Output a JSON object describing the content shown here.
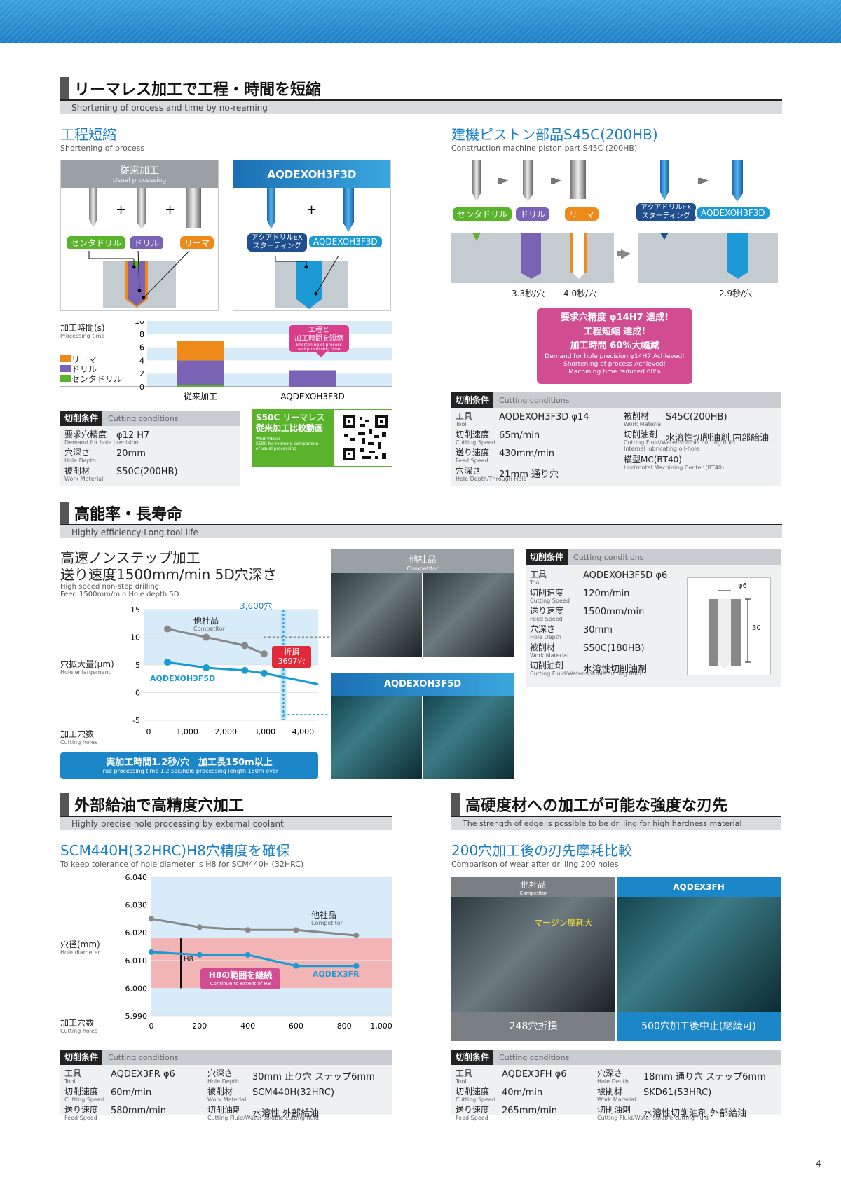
{
  "s1": {
    "title": "リーマレス加工で工程・時間を短縮",
    "sub": "Shortening of process and time by no-reaming"
  },
  "process": {
    "title": "工程短縮",
    "sub": "Shortening of process",
    "conv_title": "従来加工",
    "conv_sub": "Usual processing",
    "aq_title": "AQDEXOH3F3D",
    "tag_center": "センタドリル",
    "tag_drill": "ドリル",
    "tag_reamer": "リーマ",
    "tag_aqex": "アクアドリルEX\nスターティング",
    "tag_aq": "AQDEXOH3F3D",
    "plus": "+"
  },
  "time_chart": {
    "ylabel": "加工時間(s)",
    "ylabel_en": "Processing time",
    "legend_reamer": "リーマ",
    "legend_drill": "ドリル",
    "legend_center": "センタドリル",
    "cat1": "従来加工",
    "cat2": "AQDEXOH3F3D",
    "callout": "工程と\n加工時間を短縮",
    "callout_en": "Shortening of process\nand processing time"
  },
  "cond1": {
    "hd": "切削条件",
    "hd_en": "Cutting conditions",
    "l1": "要求穴精度",
    "l1e": "Demand for hole precision",
    "v1": "φ12 H7",
    "l2": "穴深さ",
    "l2e": "Hole Depth",
    "v2": "20mm",
    "l3": "被削材",
    "l3e": "Work Material",
    "v3": "S50C(200HB)"
  },
  "video": {
    "t": "S50C リーマレス\n従来加工比較動画",
    "s": "WEB VIDEO\nS50C No reaming comparison\nof usual processing"
  },
  "piston": {
    "title": "建機ピストン部品S45C(200HB)",
    "sub": "Construction machine piston part S45C (200HB)",
    "t1": "3.3秒/穴",
    "t2": "4.0秒/穴",
    "t3": "2.9秒/穴",
    "r1": "要求穴精度 φ14H7 達成!",
    "r2": "工程短縮 達成!",
    "r3": "加工時間 60%大幅減",
    "r4": "Demand for hole precision φ14H7 Achieved!\nShortening of process Achieved!\nMachining time reduced 60%"
  },
  "cond2": {
    "hd": "切削条件",
    "hd_en": "Cutting conditions",
    "a1": "工具",
    "a1e": "Tool",
    "av1": "AQDEXOH3F3D φ14",
    "a2": "切削速度",
    "a2e": "Cutting Speed",
    "av2": "65m/min",
    "a3": "送り速度",
    "a3e": "Feed Speed",
    "av3": "430mm/min",
    "a4": "穴深さ",
    "a4e": "Hole Depth/Through Hole",
    "av4": "21mm 通り穴",
    "b1": "被削材",
    "b1e": "Work Material",
    "bv1": "S45C(200HB)",
    "b2": "切削油剤",
    "b2e": "Cutting Fluid/Water-soluble cutting fluid\nInternal lubricating oil-hole",
    "bv2": "水溶性切削油剤 内部給油",
    "b3": "横型MC(BT40)",
    "b3e": "Horizontal Machining Center (BT40)"
  },
  "s2": {
    "title": "高能率・長寿命",
    "sub": "Highly efficiency·Long tool life"
  },
  "hs": {
    "t1": "高速ノンステップ加工",
    "t2": "送り速度1500mm/min 5D穴深さ",
    "e1": "High speed non-step drilling",
    "e2": "Feed 1500mm/min  Hole depth 5D",
    "ylabel": "穴拡大量(μm)",
    "ylabel_en": "Hole enlargement",
    "xlabel": "加工穴数",
    "xlabel_en": "Cutting holes",
    "comp": "他社品",
    "comp_en": "Competitor",
    "aq": "AQDEXOH3F5D",
    "mark": "3,600穴",
    "broke": "折損\n3697穴",
    "banner": "実加工時間1.2秒/穴　加工長150m以上",
    "banner_en": "True processing time 1.2 sec/hole processing length 150m over",
    "photo_comp": "他社品",
    "photo_comp_en": "Competitor",
    "photo_aq": "AQDEXOH3F5D"
  },
  "cond3": {
    "hd": "切削条件",
    "hd_en": "Cutting conditions",
    "l1": "工具",
    "l1e": "Tool",
    "v1": "AQDEXOH3F5D φ6",
    "l2": "切削速度",
    "l2e": "Cutting Speed",
    "v2": "120m/min",
    "l3": "送り速度",
    "l3e": "Feed Speed",
    "v3": "1500mm/min",
    "l4": "穴深さ",
    "l4e": "Hole Depth",
    "v4": "30mm",
    "l5": "被削材",
    "l5e": "Work Material",
    "v5": "S50C(180HB)",
    "l6": "切削油剤",
    "l6e": "Cutting Fluid/Water-soluble cutting fluid",
    "v6": "水溶性切削油剤",
    "d": "φ6",
    "depth": "30"
  },
  "s3": {
    "title": "外部給油で高精度穴加工",
    "sub": "Highly precise hole processing by external coolant"
  },
  "scm": {
    "title": "SCM440H(32HRC)H8穴精度を確保",
    "sub": "To keep tolerance of hole diameter is H8 for SCM440H (32HRC)",
    "ylabel": "穴径(mm)",
    "ylabel_en": "Hole diameter",
    "xlabel": "加工穴数",
    "xlabel_en": "Cutting holes",
    "comp": "他社品",
    "comp_en": "Competitor",
    "aq": "AQDEX3FR",
    "h8": "H8",
    "h8c": "H8の範囲を継続",
    "h8c_en": "Continue to extent of H8"
  },
  "cond4": {
    "hd": "切削条件",
    "hd_en": "Cutting conditions",
    "a1": "工具",
    "a1e": "Tool",
    "av1": "AQDEX3FR φ6",
    "a2": "切削速度",
    "a2e": "Cutting Speed",
    "av2": "60m/min",
    "a3": "送り速度",
    "a3e": "Feed Speed",
    "av3": "580mm/min",
    "b1": "穴深さ",
    "b1e": "Hole Depth",
    "bv1": "30mm 止り穴 ステップ6mm",
    "b2": "被削材",
    "b2e": "Work Material",
    "bv2": "SCM440H(32HRC)",
    "b3": "切削油剤",
    "b3e": "Cutting Fluid/Water-soluble cutting fluid",
    "bv3": "水溶性 外部給油"
  },
  "s4": {
    "title": "高硬度材への加工が可能な強度な刃先",
    "sub": "The strength of edge is possible to be drilling for high hardness material"
  },
  "wear": {
    "title": "200穴加工後の刃先摩耗比較",
    "sub": "Comparison of wear after drilling 200 holes",
    "comp": "他社品",
    "comp_en": "Competitor",
    "aq": "AQDEX3FH",
    "margin": "マージン摩耗大",
    "res1": "248穴折損",
    "res2": "500穴加工後中止(継続可)"
  },
  "cond5": {
    "hd": "切削条件",
    "hd_en": "Cutting conditions",
    "a1": "工具",
    "a1e": "Tool",
    "av1": "AQDEX3FH φ6",
    "a2": "切削速度",
    "a2e": "Cutting Speed",
    "av2": "40m/min",
    "a3": "送り速度",
    "a3e": "Feed Speed",
    "av3": "265mm/min",
    "b1": "穴深さ",
    "b1e": "Hole Depth",
    "bv1": "18mm 通り穴 ステップ6mm",
    "b2": "被削材",
    "b2e": "Work Material",
    "bv2": "SKD61(53HRC)",
    "b3": "切削油剤",
    "b3e": "Cutting Fluid/Water-soluble cutting fluid",
    "bv3": "水溶性切削油剤 外部給油"
  },
  "page": "4",
  "chart_data": [
    {
      "type": "bar",
      "title": "",
      "ylabel": "加工時間(s)",
      "categories": [
        "従来加工",
        "AQDEXOH3F3D"
      ],
      "ylim": [
        0,
        10
      ],
      "series": [
        {
          "name": "センタドリル",
          "values": [
            0.3,
            0
          ]
        },
        {
          "name": "ドリル",
          "values": [
            3.7,
            2.5
          ]
        },
        {
          "name": "リーマ",
          "values": [
            3.0,
            0
          ]
        }
      ]
    },
    {
      "type": "line",
      "ylabel": "穴拡大量(μm)",
      "xlabel": "加工穴数",
      "ylim": [
        -5,
        15
      ],
      "xlim": [
        0,
        4500
      ],
      "x_ticks": [
        0,
        1000,
        2000,
        3000,
        4000
      ],
      "y_ticks": [
        -5,
        0,
        5,
        10,
        15
      ],
      "series": [
        {
          "name": "他社品",
          "x": [
            600,
            1600,
            2600,
            3100
          ],
          "y": [
            11.5,
            10.0,
            8.5,
            7.0
          ]
        },
        {
          "name": "AQDEXOH3F5D",
          "x": [
            600,
            1600,
            2600,
            3100,
            4500
          ],
          "y": [
            5.5,
            4.5,
            4.0,
            3.5,
            1.5
          ]
        }
      ]
    },
    {
      "type": "line",
      "ylabel": "穴径(mm)",
      "xlabel": "加工穴数",
      "ylim": [
        5.99,
        6.04
      ],
      "xlim": [
        0,
        1000
      ],
      "x_ticks": [
        0,
        200,
        400,
        600,
        800,
        1000
      ],
      "y_ticks": [
        5.99,
        6.0,
        6.01,
        6.02,
        6.03,
        6.04
      ],
      "series": [
        {
          "name": "他社品",
          "x": [
            0,
            200,
            400,
            600,
            850
          ],
          "y": [
            6.025,
            6.022,
            6.021,
            6.021,
            6.019
          ]
        },
        {
          "name": "AQDEX3FR",
          "x": [
            0,
            200,
            400,
            600,
            850
          ],
          "y": [
            6.013,
            6.012,
            6.012,
            6.008,
            6.008
          ]
        }
      ]
    }
  ]
}
